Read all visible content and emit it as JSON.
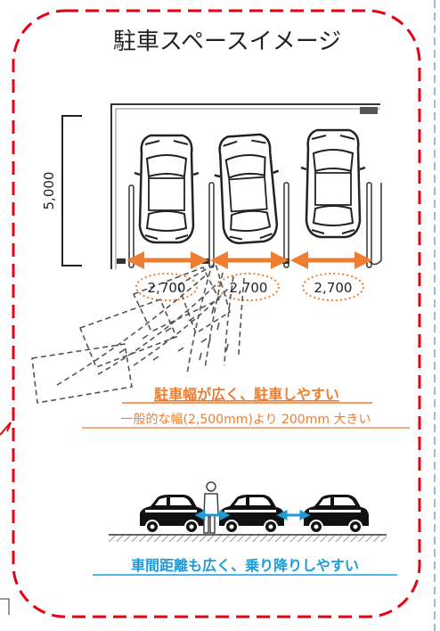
{
  "title": "駐車スペースイメージ",
  "depth_label": "5,000",
  "width_labels": [
    "2,700",
    "2,700",
    "2,700"
  ],
  "headline_orange": "駐車幅が広く、駐車しやすい",
  "subline_orange": "一般的な幅(2,500mm)より 200mm 大きい",
  "headline_blue": "車間距離も広く、乗り降りしやすい",
  "colors": {
    "frame_red": "#e60012",
    "accent_orange": "#ed7d31",
    "accent_blue": "#1e9bd7",
    "side_blue": "#6fa8dc"
  }
}
